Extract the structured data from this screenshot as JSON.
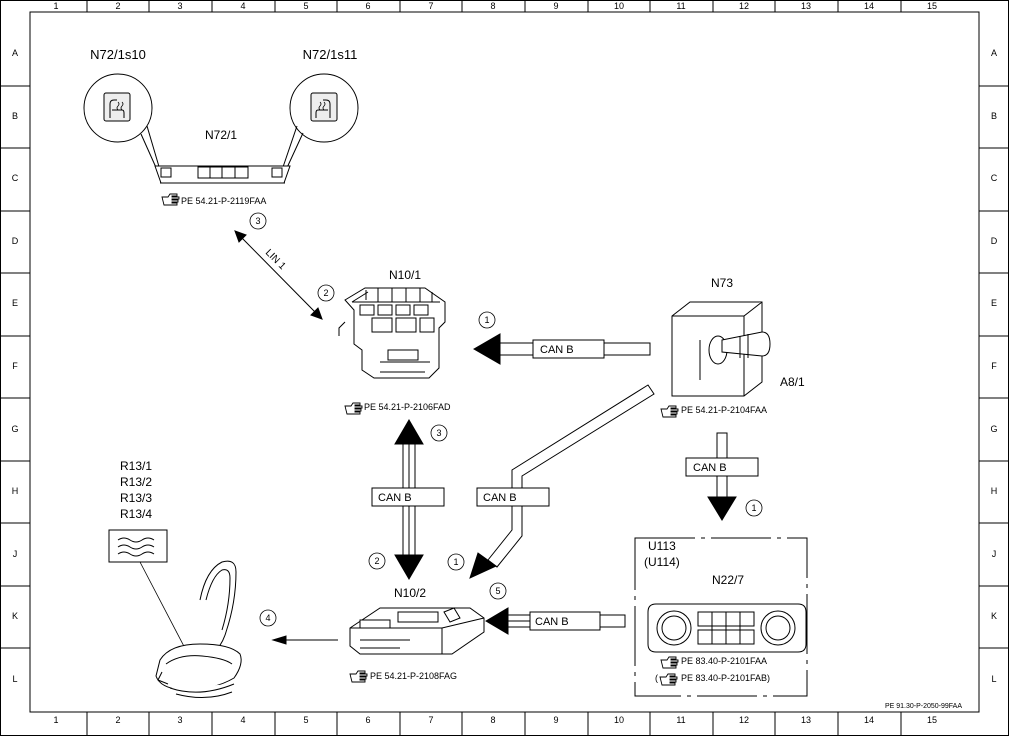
{
  "grid": {
    "columns": [
      "1",
      "2",
      "3",
      "4",
      "5",
      "6",
      "7",
      "8",
      "9",
      "10",
      "11",
      "12",
      "13",
      "14",
      "15"
    ],
    "rows": [
      "A",
      "B",
      "C",
      "D",
      "E",
      "F",
      "G",
      "H",
      "J",
      "K",
      "L"
    ]
  },
  "components": {
    "n72_1s10": "N72/1s10",
    "n72_1s11": "N72/1s11",
    "n72_1": "N72/1",
    "n10_1": "N10/1",
    "n73": "N73",
    "a8_1": "A8/1",
    "r13": [
      "R13/1",
      "R13/2",
      "R13/3",
      "R13/4"
    ],
    "n10_2": "N10/2",
    "u113": "U113",
    "u114": "(U114)",
    "n22_7": "N22/7"
  },
  "references": {
    "n72_1": "PE 54.21-P-2119FAA",
    "n10_1": "PE 54.21-P-2106FAD",
    "n73": "PE 54.21-P-2104FAA",
    "n10_2": "PE 54.21-P-2108FAG",
    "n22_7_a": "PE 83.40-P-2101FAA",
    "n22_7_b_open": "(",
    "n22_7_b": "PE 83.40-P-2101FAB)",
    "drawing_id": "PE 91.30-P-2050-99FAA"
  },
  "buses": {
    "lin": "LIN 1",
    "can": "CAN B"
  },
  "steps": {
    "s1": "1",
    "s2": "2",
    "s3": "3",
    "s4": "4",
    "s5": "5"
  },
  "icons": {
    "reference": "pointing-hand-icon",
    "seat_heater_switch": "seat-heater-icon"
  }
}
